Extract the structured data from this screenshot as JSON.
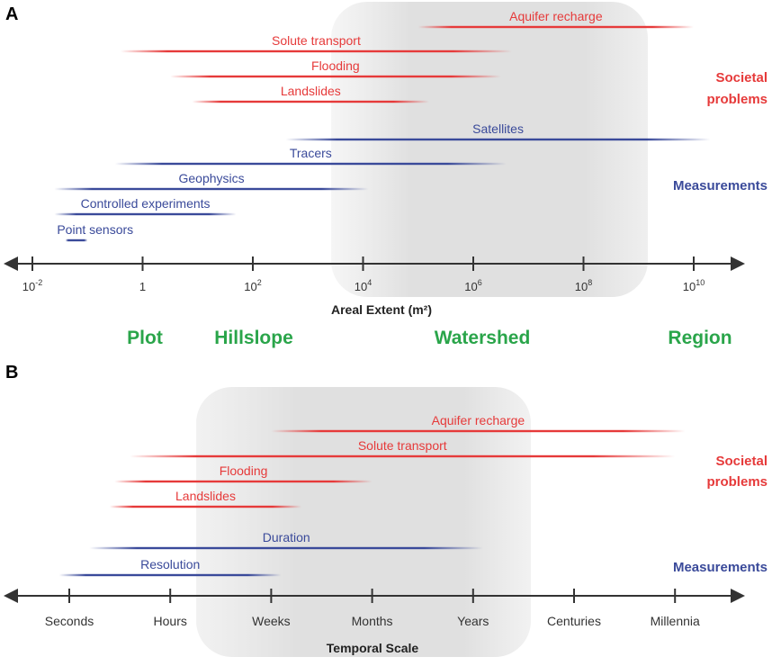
{
  "colors": {
    "societal": "#e63a3a",
    "measurement": "#3a4a9a",
    "scale": "#2aa54a",
    "axis": "#333333",
    "shade": "#e6e6e6"
  },
  "panelA": {
    "label": "A",
    "axis_title": "Areal Extent (m²)",
    "ticks": [
      {
        "base": "10",
        "exp": "-2"
      },
      {
        "base": "1",
        "exp": ""
      },
      {
        "base": "10",
        "exp": "2"
      },
      {
        "base": "10",
        "exp": "4"
      },
      {
        "base": "10",
        "exp": "6"
      },
      {
        "base": "10",
        "exp": "8"
      },
      {
        "base": "10",
        "exp": "10"
      }
    ],
    "scales": [
      "Plot",
      "Hillslope",
      "Watershed",
      "Region"
    ],
    "societal_label": [
      "Societal",
      "problems"
    ],
    "measurement_label": "Measurements",
    "societal": [
      {
        "label": "Aquifer recharge",
        "from": 5,
        "to": 10
      },
      {
        "label": "Solute transport",
        "from": -0.4,
        "to": 6.7
      },
      {
        "label": "Flooding",
        "from": 0.5,
        "to": 6.5
      },
      {
        "label": "Landslides",
        "from": 0.9,
        "to": 5.2
      }
    ],
    "measurements": [
      {
        "label": "Satellites",
        "from": 2.6,
        "to": 10.3
      },
      {
        "label": "Tracers",
        "from": -0.5,
        "to": 6.6
      },
      {
        "label": "Geophysics",
        "from": -1.6,
        "to": 4.1
      },
      {
        "label": "Controlled experiments",
        "from": -1.6,
        "to": 1.7
      },
      {
        "label": "Point sensors",
        "from": -1.4,
        "to": -1.0
      }
    ]
  },
  "panelB": {
    "label": "B",
    "axis_title": "Temporal Scale",
    "ticks": [
      "Seconds",
      "Hours",
      "Weeks",
      "Months",
      "Years",
      "Centuries",
      "Millennia"
    ],
    "societal_label": [
      "Societal",
      "problems"
    ],
    "measurement_label": "Measurements",
    "societal": [
      {
        "label": "Aquifer recharge",
        "from": 2.0,
        "to": 6.1
      },
      {
        "label": "Solute transport",
        "from": 0.6,
        "to": 6.0
      },
      {
        "label": "Flooding",
        "from": 0.45,
        "to": 3.0
      },
      {
        "label": "Landslides",
        "from": 0.4,
        "to": 2.3
      }
    ],
    "measurements": [
      {
        "label": "Duration",
        "from": 0.2,
        "to": 4.1
      },
      {
        "label": "Resolution",
        "from": -0.1,
        "to": 2.1
      }
    ]
  }
}
